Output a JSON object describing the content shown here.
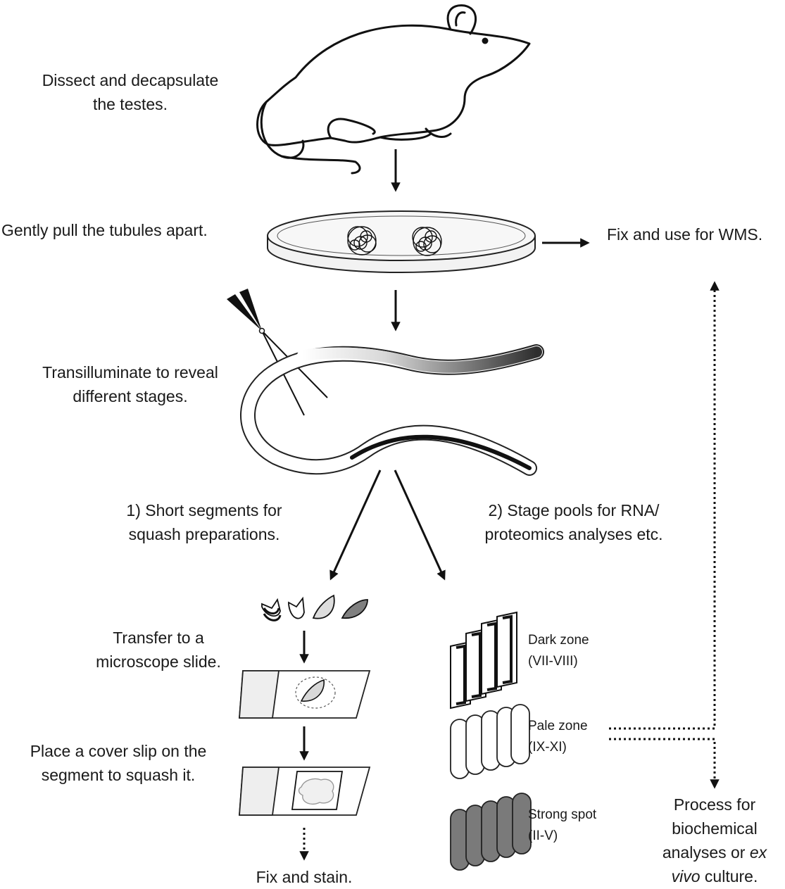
{
  "steps": {
    "dissect_l1": "Dissect and decapsulate",
    "dissect_l2": "the testes.",
    "pull": "Gently pull the tubules apart.",
    "fix_wms": "Fix and use for WMS.",
    "transilluminate_l1": "Transilluminate to reveal",
    "transilluminate_l2": "different stages.",
    "short_l1": "1) Short segments for",
    "short_l2": "squash preparations.",
    "pools_l1": "2) Stage pools for RNA/",
    "pools_l2": "proteomics analyses etc.",
    "transfer_l1": "Transfer to a",
    "transfer_l2": "microscope slide.",
    "cover_l1": "Place a cover slip on the",
    "cover_l2": "segment to squash it.",
    "fix_stain": "Fix and stain.",
    "process_l1": "Process for",
    "process_l2": "biochemical",
    "process_l3a": "analyses or ",
    "process_l3b": "ex",
    "process_l4a": "vivo",
    "process_l4b": " culture."
  },
  "zones": {
    "dark_name": "Dark zone",
    "dark_stages": "(VII-VIII)",
    "pale_name": "Pale zone",
    "pale_stages": "(IX-XI)",
    "strong_name": "Strong spot",
    "strong_stages": "(II-V)"
  }
}
